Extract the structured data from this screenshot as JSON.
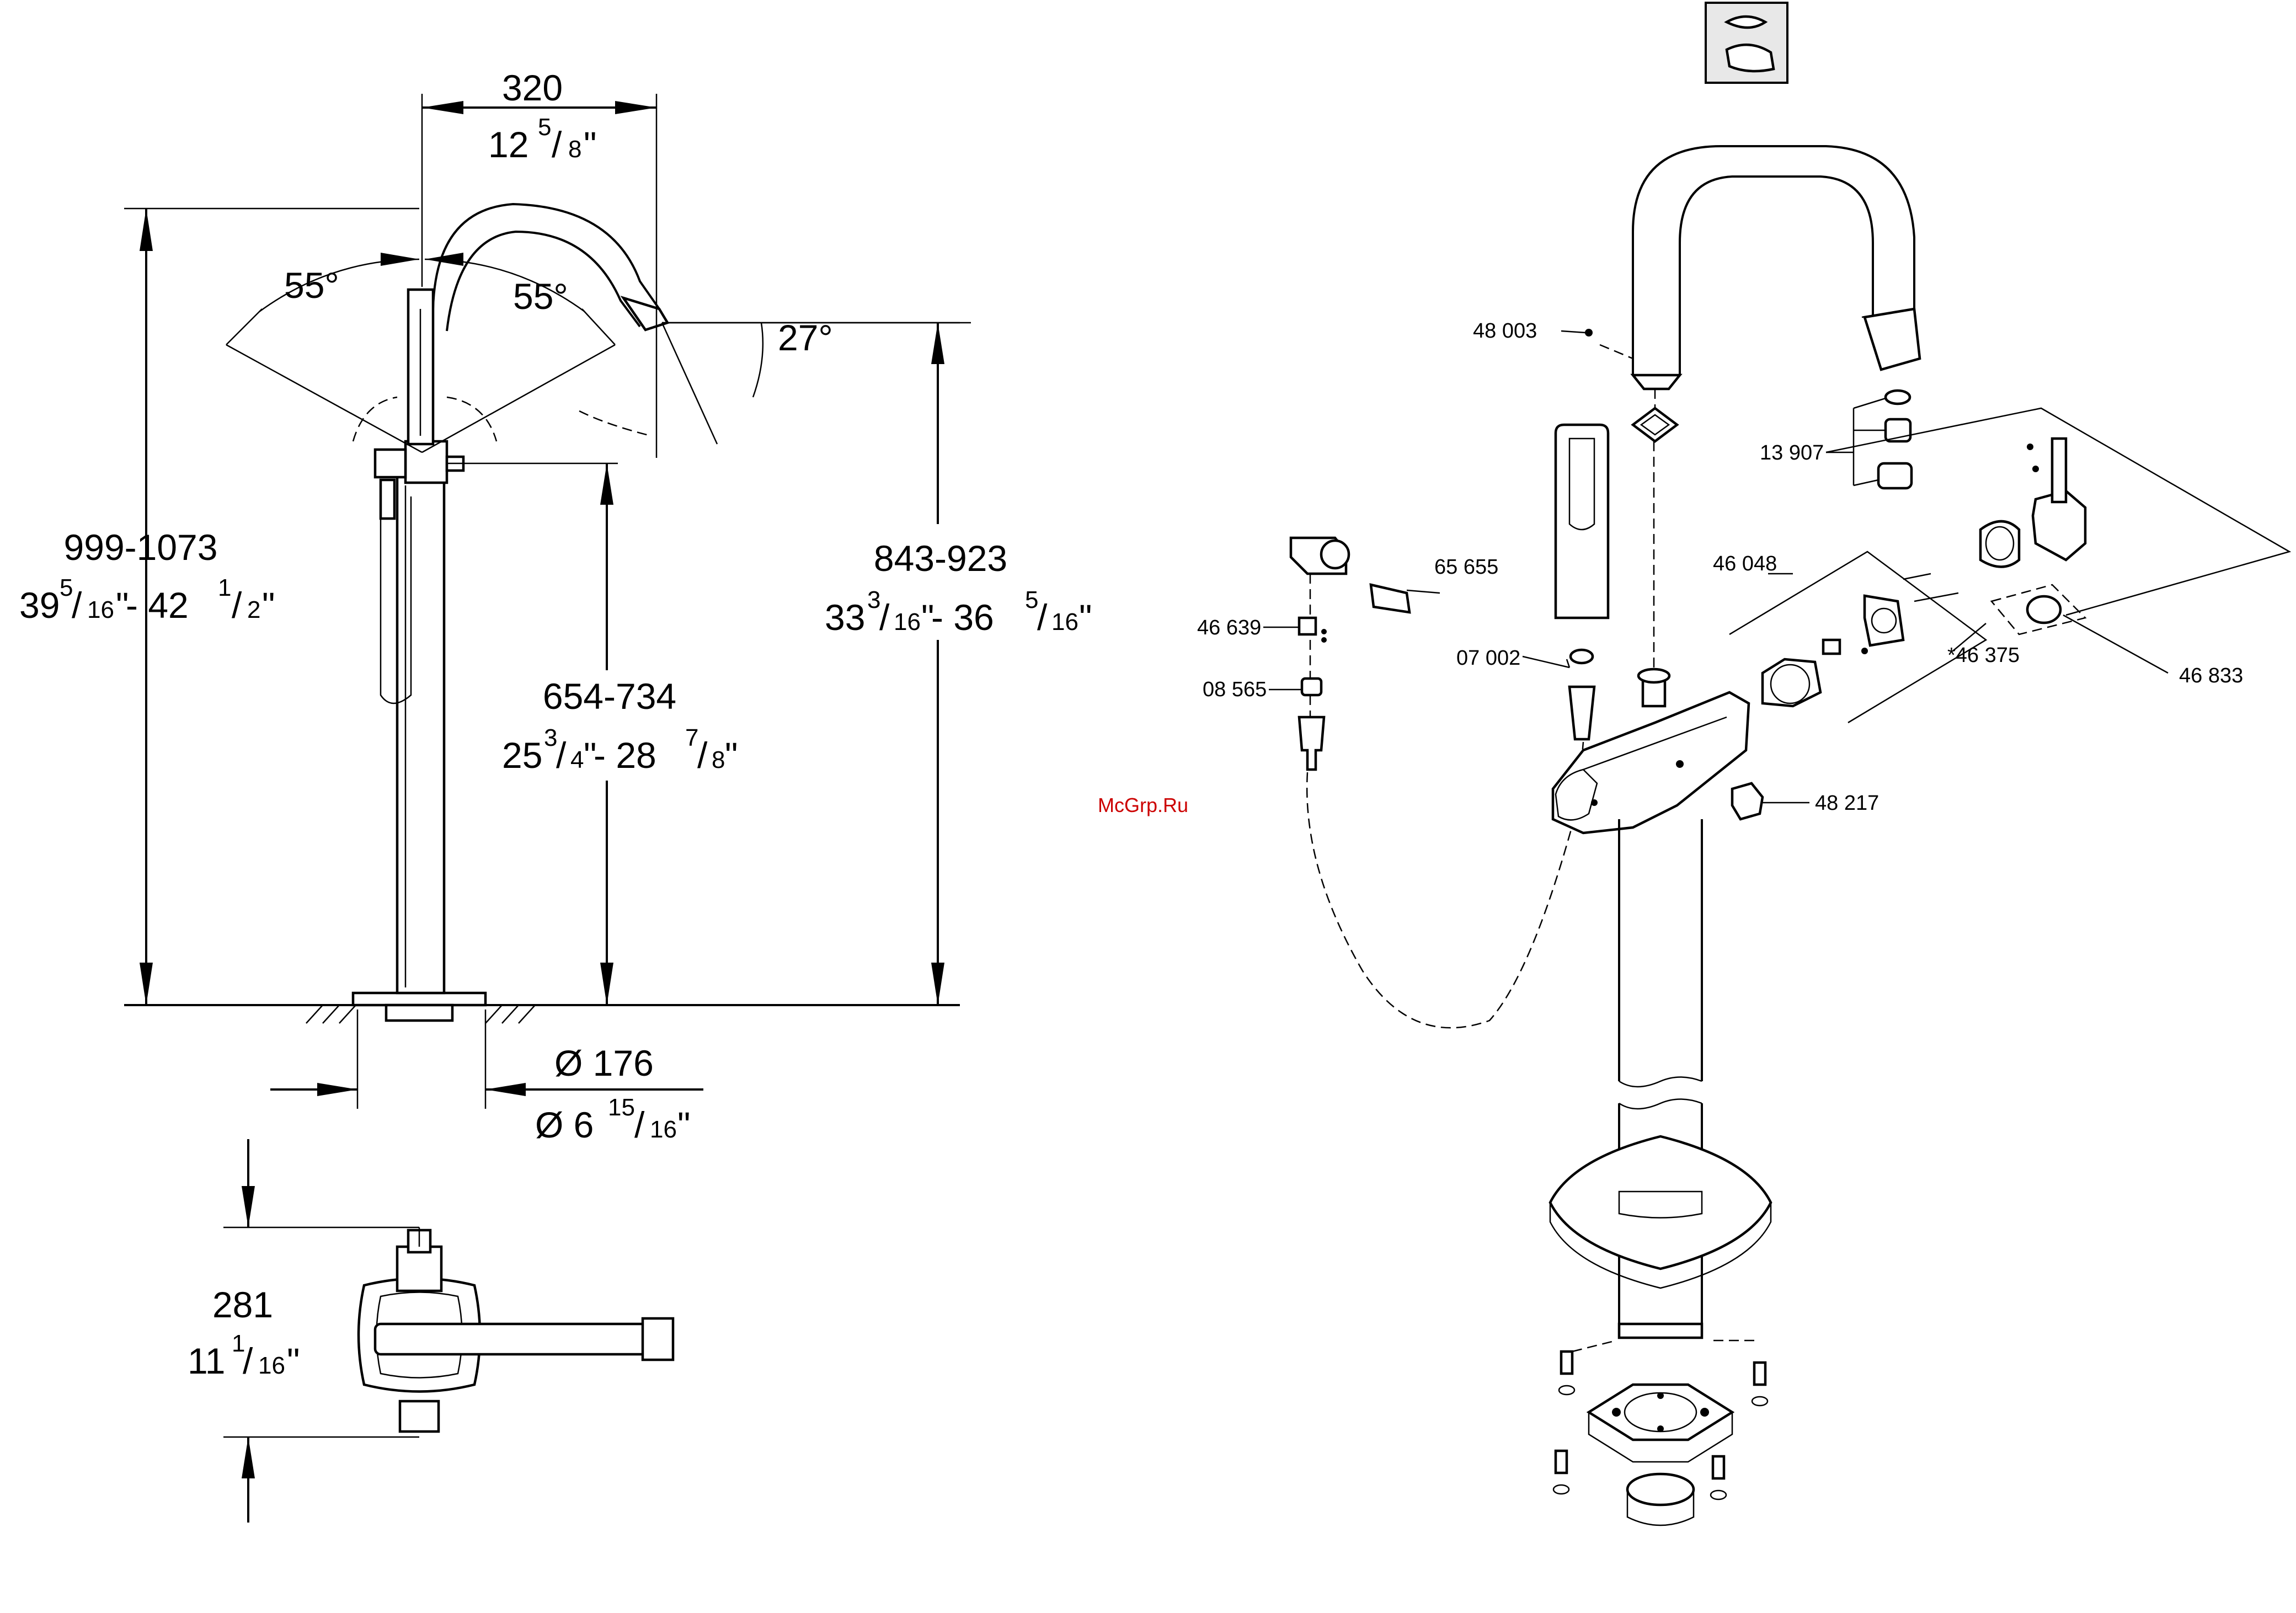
{
  "dimensions": {
    "spout_reach_mm": "320",
    "spout_reach_in_whole": "12",
    "spout_reach_in_num": "5",
    "spout_reach_in_den": "8",
    "swivel_left": "55°",
    "swivel_right": "55°",
    "spout_angle": "27°",
    "total_height_mm": "999-1073",
    "total_height_in_a": "39",
    "total_height_in_a_num": "5",
    "total_height_in_a_den": "16",
    "total_height_in_b": "- 42",
    "total_height_in_b_num": "1",
    "total_height_in_b_den": "2",
    "lower_height_mm": "654-734",
    "lower_height_in_a": "25",
    "lower_height_in_a_num": "3",
    "lower_height_in_a_den": "4",
    "lower_height_in_b": "- 28",
    "lower_height_in_b_num": "7",
    "lower_height_in_b_den": "8",
    "spout_height_mm": "843-923",
    "spout_height_in_a": "33",
    "spout_height_in_a_num": "3",
    "spout_height_in_a_den": "16",
    "spout_height_in_b": "- 36",
    "spout_height_in_b_num": "5",
    "spout_height_in_b_den": "16",
    "base_diameter_mm": "Ø 176",
    "base_diameter_in_whole": "Ø 6",
    "base_diameter_in_num": "15",
    "base_diameter_in_den": "16",
    "depth_mm": "281",
    "depth_in_whole": "11",
    "depth_in_num": "1",
    "depth_in_den": "16"
  },
  "parts": {
    "p48003": "48 003",
    "p13907": "13 907",
    "p65655": "65 655",
    "p46048": "46 048",
    "p46639": "46 639",
    "p07002": "07 002",
    "p08565": "08 565",
    "p46375": "*46 375",
    "p46833": "46 833",
    "p48217": "48 217"
  },
  "watermark": "McGrp.Ru",
  "colors": {
    "line": "#000000",
    "background": "#ffffff",
    "watermark": "#cc0000"
  }
}
